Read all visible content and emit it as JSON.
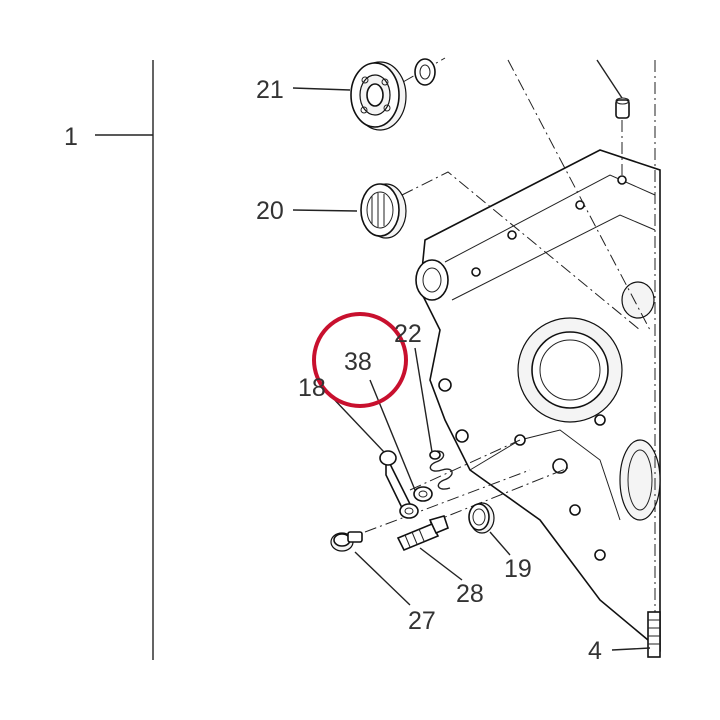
{
  "labels": {
    "l1": "1",
    "l4": "4",
    "l18": "18",
    "l19": "19",
    "l20": "20",
    "l21": "21",
    "l22": "22",
    "l27": "27",
    "l28": "28",
    "l38": "38"
  },
  "colors": {
    "highlight_circle": "#c8102e",
    "line": "#222222",
    "text": "#333333"
  },
  "icons": {
    "callout": "highlight-circle"
  }
}
